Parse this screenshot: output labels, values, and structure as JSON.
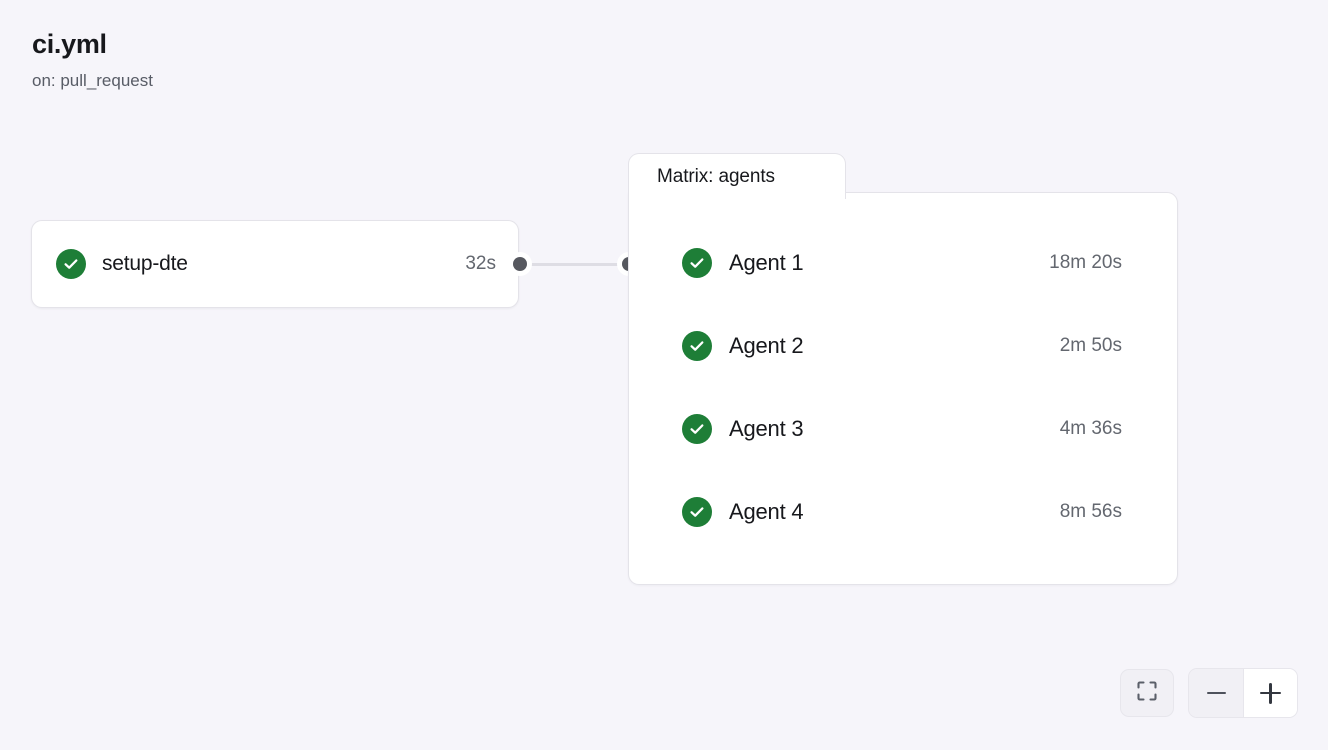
{
  "header": {
    "title": "ci.yml",
    "trigger": "on: pull_request"
  },
  "graph": {
    "job": {
      "name": "setup-dte",
      "duration": "32s",
      "status": "success",
      "status_icon": "check-circle-icon"
    },
    "matrix": {
      "tab_label": "Matrix: agents",
      "agents": [
        {
          "name": "Agent 1",
          "duration": "18m 20s",
          "status": "success",
          "status_icon": "check-circle-icon"
        },
        {
          "name": "Agent 2",
          "duration": "2m 50s",
          "status": "success",
          "status_icon": "check-circle-icon"
        },
        {
          "name": "Agent 3",
          "duration": "4m 36s",
          "status": "success",
          "status_icon": "check-circle-icon"
        },
        {
          "name": "Agent 4",
          "duration": "8m 56s",
          "status": "success",
          "status_icon": "check-circle-icon"
        }
      ]
    }
  },
  "controls": {
    "fit_view_icon": "fit-screen-icon",
    "zoom_out_icon": "minus-icon",
    "zoom_in_icon": "plus-icon"
  },
  "colors": {
    "background": "#f6f5fa",
    "success_green": "#1e7e37",
    "node_border": "#e4e3e9",
    "edge": "#dedde4",
    "port": "#56585f",
    "text_primary": "#17181c",
    "text_muted": "#63676f"
  }
}
